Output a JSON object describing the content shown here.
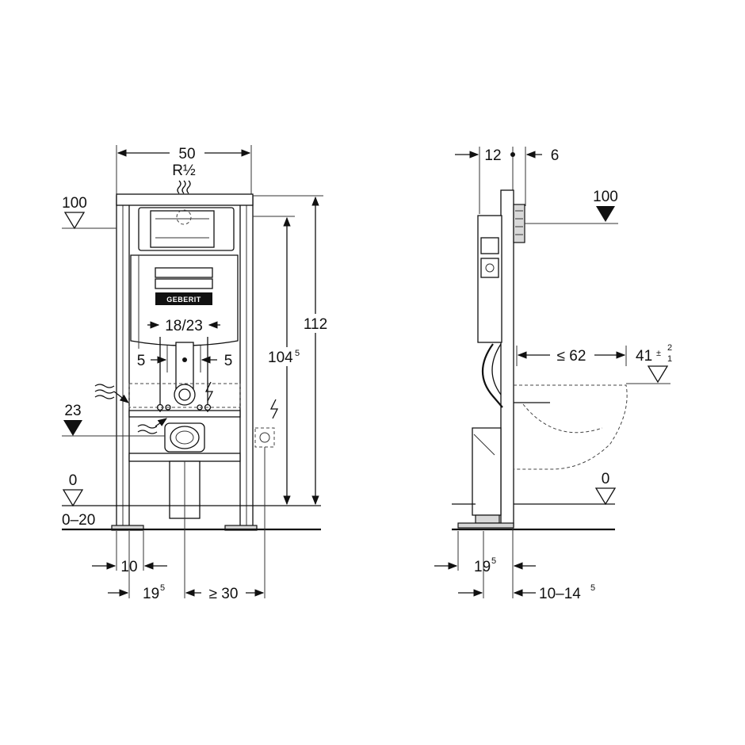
{
  "front_view": {
    "width": "50",
    "connection": "R½",
    "level_top": "100",
    "height_total": "112",
    "height_frame": "104",
    "height_frame_sup": "5",
    "bolt_spacing": "18/23",
    "offset_left": "5",
    "offset_right": "5",
    "level_drain": "23",
    "level_floor": "0",
    "floor_range": "0–20",
    "foot_width": "10",
    "axis_offset": "19",
    "axis_offset_sup": "5",
    "socket_distance": "≥ 30",
    "brand": "GEBERIT"
  },
  "side_view": {
    "depth_left": "12",
    "depth_right": "6",
    "level_top": "100",
    "bowl_projection": "≤ 62",
    "bowl_height": "41",
    "bowl_tol_plus": "2",
    "bowl_tol_minus": "1",
    "level_floor": "0",
    "axis_offset": "19",
    "axis_offset_sup": "5",
    "wall_range": "10–14",
    "wall_range_sup": "5"
  }
}
